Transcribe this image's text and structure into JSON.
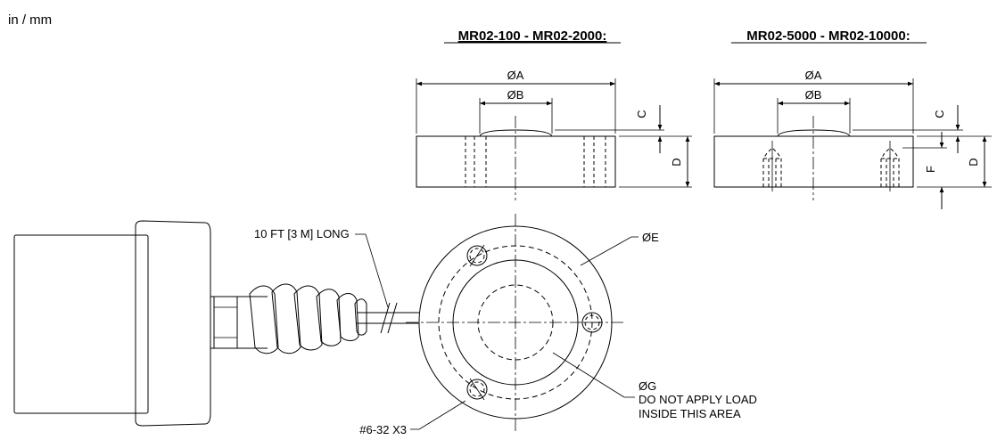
{
  "units_label": "in / mm",
  "views": {
    "left_title": "MR02-100 - MR02-2000:",
    "right_title": "MR02-5000 - MR02-10000:"
  },
  "dims": {
    "A": "ØA",
    "B": "ØB",
    "C": "C",
    "D": "D",
    "E": "ØE",
    "F": "F",
    "G": "ØG"
  },
  "callouts": {
    "cable": "10 FT [3 M] LONG",
    "screw": "#6-32 X3",
    "no_load_1": "DO NOT APPLY LOAD",
    "no_load_2": "INSIDE THIS AREA"
  }
}
